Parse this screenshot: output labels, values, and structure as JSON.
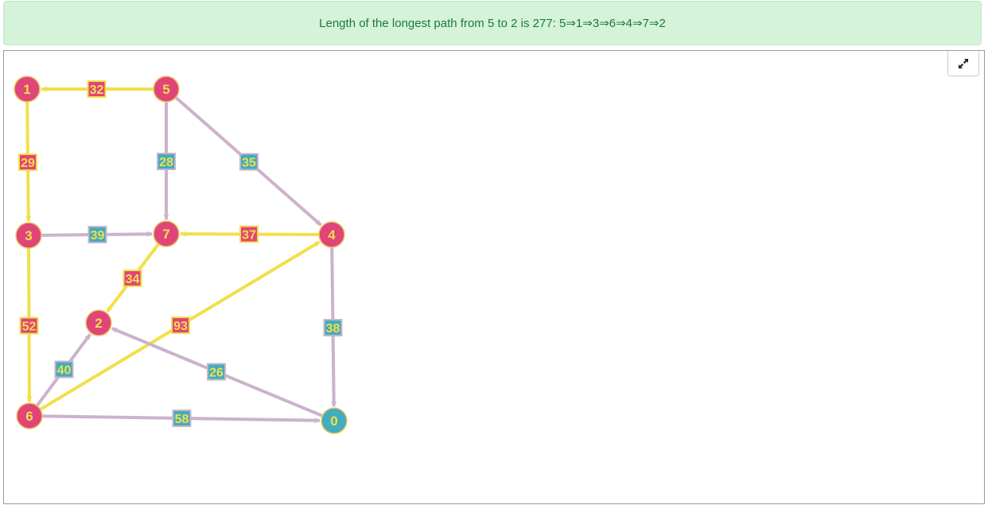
{
  "result_message": "Length of the longest path from 5 to 2 is 277: 5⇒1⇒3⇒6⇒4⇒7⇒2",
  "toolbar": {
    "fullscreen_icon": "expand-icon"
  },
  "colors": {
    "node_default": "#e0457a",
    "node_target": "#41adbd",
    "node_stroke": "#f0c860",
    "path_edge": "#f2df4a",
    "other_edge": "#ccb2cc",
    "label_text": "#f2df4a",
    "path_label_bg": "#e0457a",
    "other_label_bg": "#41adbd"
  },
  "graph": {
    "nodes": [
      {
        "id": "0",
        "target": true
      },
      {
        "id": "1",
        "target": false
      },
      {
        "id": "2",
        "target": false
      },
      {
        "id": "3",
        "target": false
      },
      {
        "id": "4",
        "target": false
      },
      {
        "id": "5",
        "target": false
      },
      {
        "id": "6",
        "target": false
      },
      {
        "id": "7",
        "target": false
      }
    ],
    "edges": [
      {
        "from": "5",
        "to": "1",
        "weight": "32",
        "on_path": true
      },
      {
        "from": "1",
        "to": "3",
        "weight": "29",
        "on_path": true
      },
      {
        "from": "5",
        "to": "7",
        "weight": "28",
        "on_path": false
      },
      {
        "from": "5",
        "to": "4",
        "weight": "35",
        "on_path": false
      },
      {
        "from": "3",
        "to": "7",
        "weight": "39",
        "on_path": false
      },
      {
        "from": "4",
        "to": "7",
        "weight": "37",
        "on_path": true
      },
      {
        "from": "7",
        "to": "2",
        "weight": "34",
        "on_path": true
      },
      {
        "from": "3",
        "to": "6",
        "weight": "52",
        "on_path": true
      },
      {
        "from": "6",
        "to": "4",
        "weight": "93",
        "on_path": true
      },
      {
        "from": "4",
        "to": "0",
        "weight": "38",
        "on_path": false
      },
      {
        "from": "6",
        "to": "2",
        "weight": "40",
        "on_path": false
      },
      {
        "from": "0",
        "to": "2",
        "weight": "26",
        "on_path": false
      },
      {
        "from": "6",
        "to": "0",
        "weight": "58",
        "on_path": false
      }
    ]
  }
}
